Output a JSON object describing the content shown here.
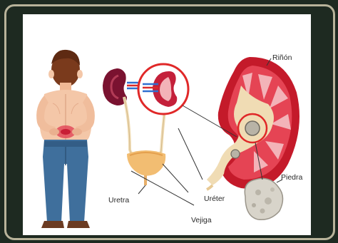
{
  "labels": {
    "kidney": "Riñón",
    "stone": "Piedra",
    "urethra": "Uretra",
    "ureter": "Uréter",
    "bladder": "Vejiga"
  },
  "colors": {
    "background": "#1e2a21",
    "frame": "#b8b39a",
    "panel": "#ffffff",
    "kidney_outer": "#c41a2a",
    "kidney_inner": "#f3b3b8",
    "pelvis": "#f0dcb4",
    "highlight_circle": "#e02828",
    "jeans": "#3f6f9c",
    "skin": "#f4c7a8",
    "hair": "#7a3a1c",
    "stone": "#d8d4ca"
  },
  "icons": [
    "person-back-pain-figure",
    "kidney-icon",
    "bladder-icon",
    "kidney-cross-section",
    "kidney-stone"
  ]
}
